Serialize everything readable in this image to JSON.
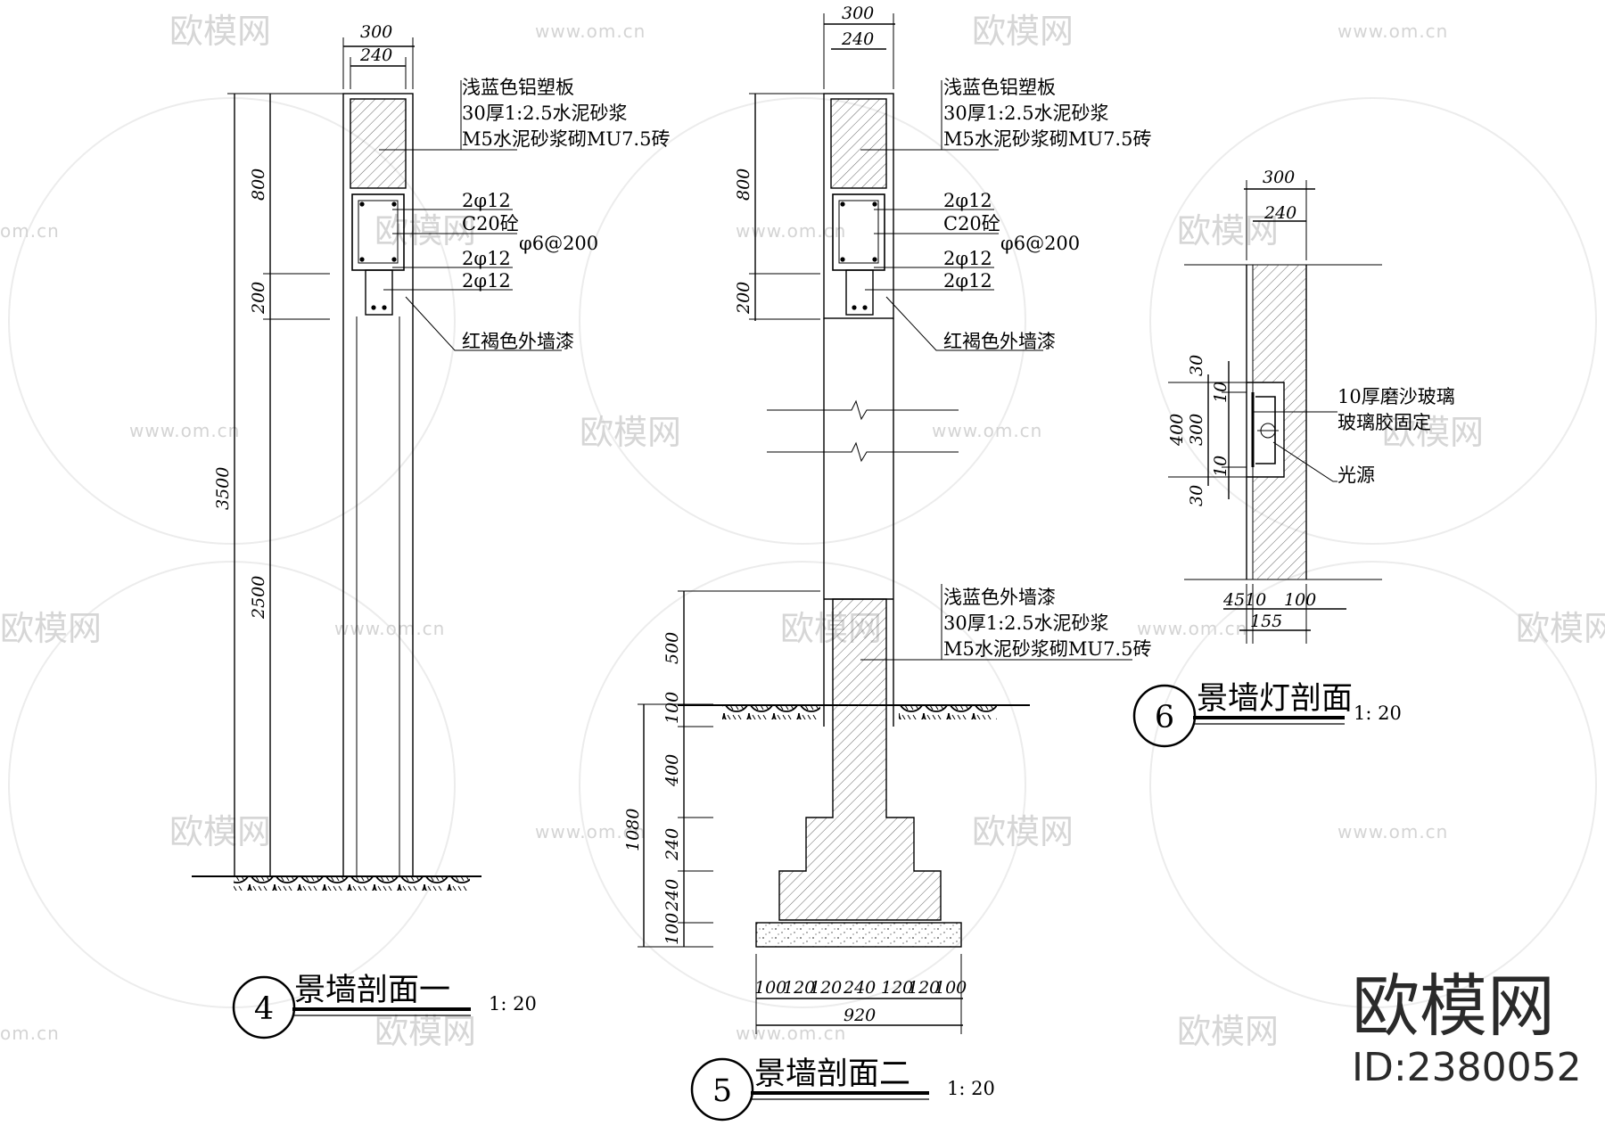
{
  "watermark": {
    "brand": "欧模网",
    "url": "www.om.cn",
    "short_url": "om.cn"
  },
  "logo": {
    "brand": "欧模网",
    "id_text": "ID:2380052"
  },
  "section4": {
    "number": "4",
    "title": "景墙剖面一",
    "scale": "1: 20",
    "dims_top": [
      "300",
      "240"
    ],
    "dims_left": [
      "800",
      "200",
      "3500",
      "2500"
    ],
    "notes": [
      "浅蓝色铝塑板",
      "30厚1:2.5水泥砂浆",
      "M5水泥砂浆砌MU7.5砖",
      "2φ12",
      "C20砼",
      "φ6@200",
      "2φ12",
      "2φ12",
      "红褐色外墙漆"
    ]
  },
  "section5": {
    "number": "5",
    "title": "景墙剖面二",
    "scale": "1: 20",
    "dims_top": [
      "300",
      "240"
    ],
    "dims_left_upper": [
      "800",
      "200"
    ],
    "dims_left_lower": [
      "500",
      "100",
      "400",
      "240",
      "240",
      "100",
      "1080"
    ],
    "dims_bottom": [
      "100",
      "120",
      "120",
      "240",
      "120",
      "120",
      "100"
    ],
    "dim_total_bottom": "920",
    "notes_top": [
      "浅蓝色铝塑板",
      "30厚1:2.5水泥砂浆",
      "M5水泥砂浆砌MU7.5砖",
      "2φ12",
      "C20砼",
      "φ6@200",
      "2φ12",
      "2φ12",
      "红褐色外墙漆"
    ],
    "notes_bottom": [
      "浅蓝色外墙漆",
      "30厚1:2.5水泥砂浆",
      "M5水泥砂浆砌MU7.5砖"
    ]
  },
  "section6": {
    "number": "6",
    "title": "景墙灯剖面",
    "scale": "1: 20",
    "dims_top": [
      "300",
      "240"
    ],
    "dims_left": [
      "30",
      "10",
      "300",
      "10",
      "30",
      "400"
    ],
    "dims_bottom": [
      "45",
      "10",
      "100",
      "155"
    ],
    "notes": [
      "10厚磨沙玻璃",
      "玻璃胶固定",
      "光源"
    ]
  }
}
